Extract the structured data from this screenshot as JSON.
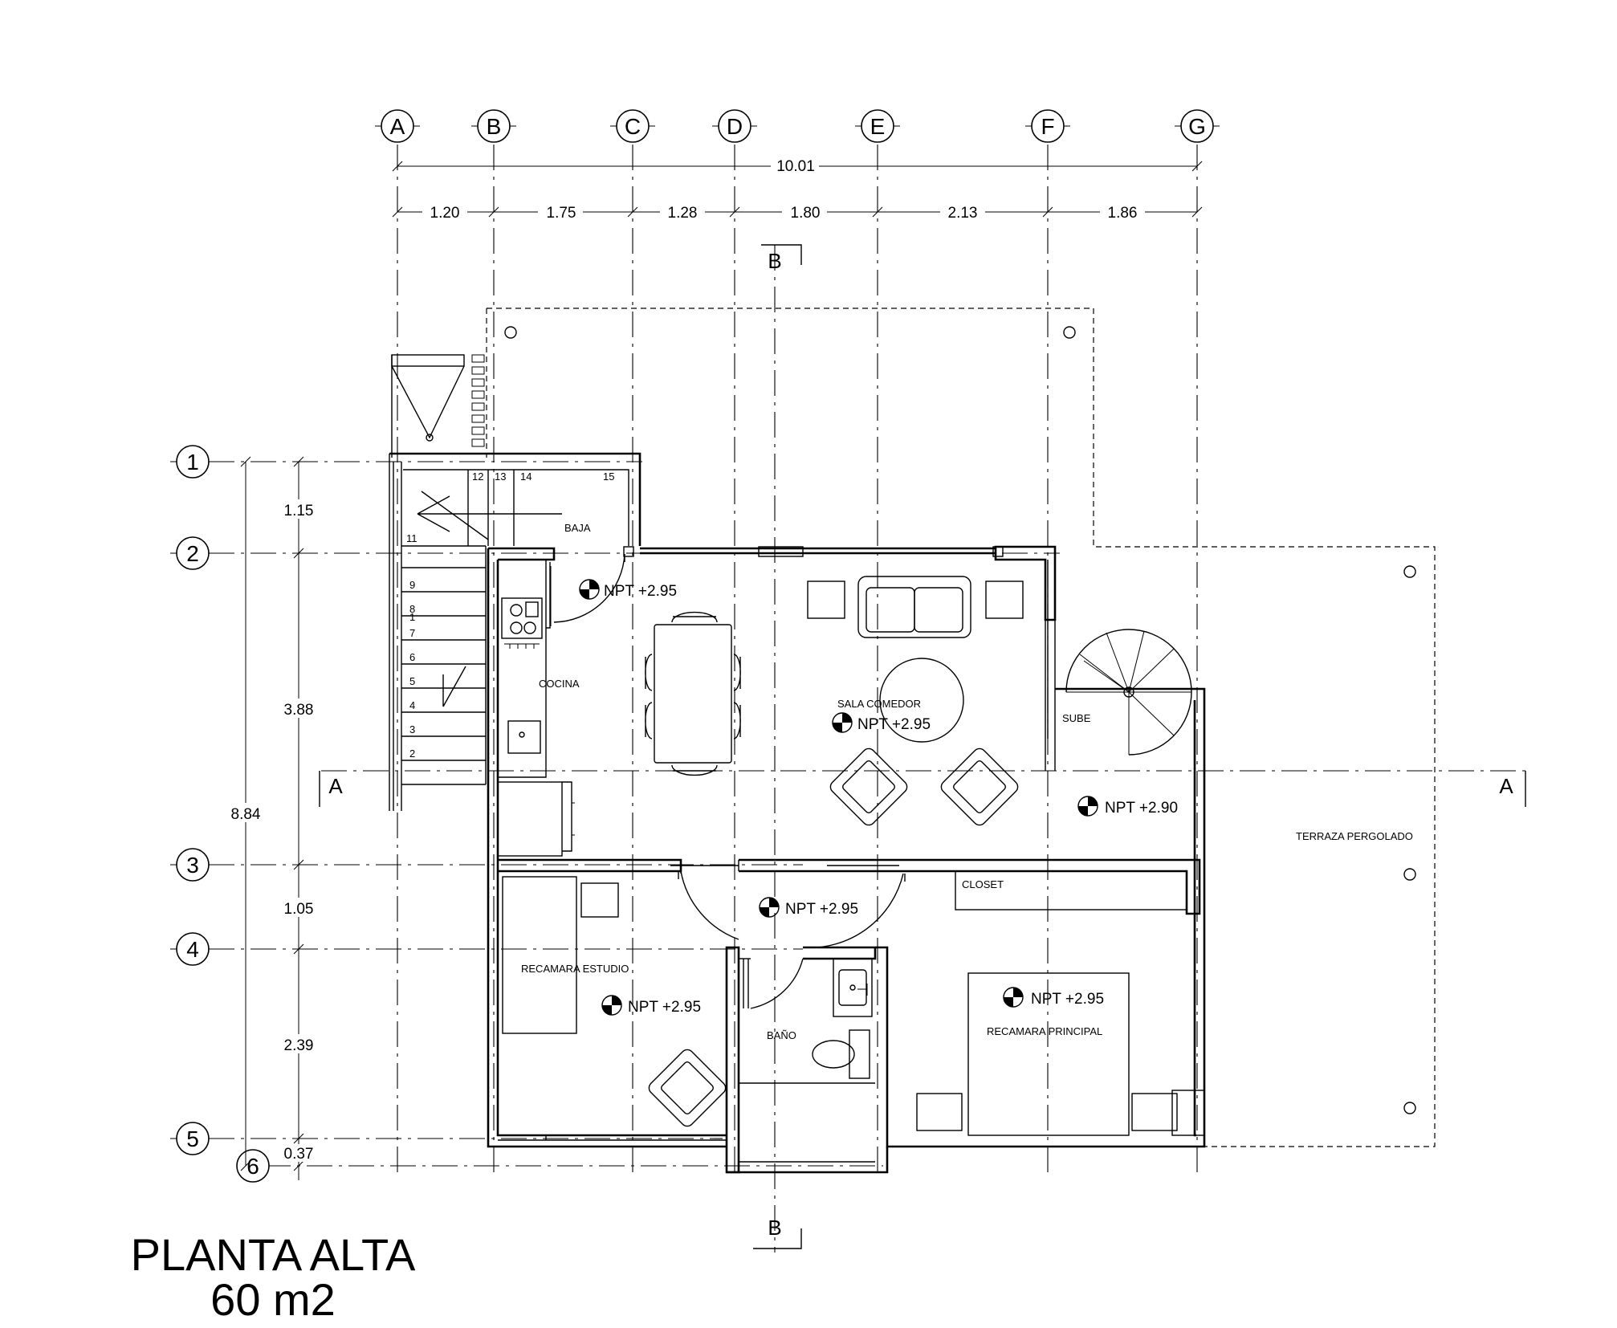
{
  "plan": {
    "title": "PLANTA ALTA",
    "area": "60 m2"
  },
  "grid": {
    "columns": [
      "A",
      "B",
      "C",
      "D",
      "E",
      "F",
      "G"
    ],
    "rows": [
      "1",
      "2",
      "3",
      "4",
      "5",
      "6"
    ]
  },
  "dimensions": {
    "total_width": "10.01",
    "segments_x": [
      "1.20",
      "1.75",
      "1.28",
      "1.80",
      "2.13",
      "1.86"
    ],
    "total_depth": "8.84",
    "segments_y": [
      "1.15",
      "3.88",
      "1.05",
      "2.39",
      "0.37"
    ]
  },
  "section_marks": [
    "A",
    "A",
    "B",
    "B"
  ],
  "rooms": [
    {
      "name": "BAJA"
    },
    {
      "name": "COCINA"
    },
    {
      "name": "SALA COMEDOR"
    },
    {
      "name": "SUBE"
    },
    {
      "name": "TERRAZA PERGOLADO"
    },
    {
      "name": "CLOSET"
    },
    {
      "name": "RECAMARA ESTUDIO"
    },
    {
      "name": "BAÑO"
    },
    {
      "name": "RECAMARA PRINCIPAL"
    }
  ],
  "levels": [
    "NPT +2.95",
    "NPT +2.95",
    "NPT +2.90",
    "NPT +2.95",
    "NPT +2.95",
    "NPT +2.95"
  ],
  "stair_steps": [
    "1",
    "2",
    "3",
    "4",
    "5",
    "6",
    "7",
    "8",
    "9",
    "11",
    "12",
    "13",
    "14",
    "15"
  ]
}
